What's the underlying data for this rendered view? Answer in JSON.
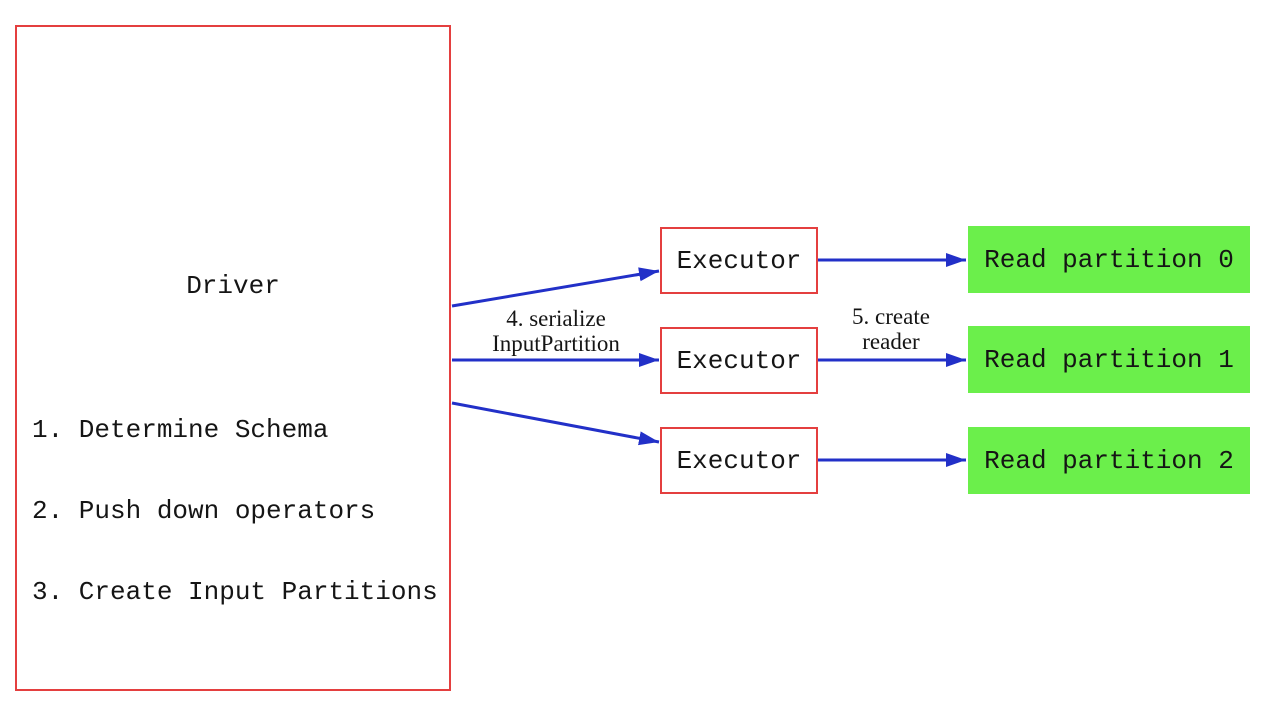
{
  "diagram": {
    "driver": {
      "title": "Driver",
      "steps": [
        "1. Determine Schema",
        "2. Push down operators",
        "3. Create Input Partitions"
      ]
    },
    "executors": [
      {
        "label": "Executor"
      },
      {
        "label": "Executor"
      },
      {
        "label": "Executor"
      }
    ],
    "partitions": [
      {
        "label": "Read partition 0"
      },
      {
        "label": "Read partition 1"
      },
      {
        "label": "Read partition 2"
      }
    ],
    "edge_labels": {
      "serialize": {
        "line1": "4. serialize",
        "line2": "InputPartition"
      },
      "create_reader": {
        "line1": "5. create",
        "line2": "reader"
      }
    },
    "colors": {
      "box_border_red": "#e43f3f",
      "arrow_blue": "#2230c8",
      "partition_green": "#6bef4b",
      "text_black": "#151515",
      "background": "#ffffff"
    }
  }
}
